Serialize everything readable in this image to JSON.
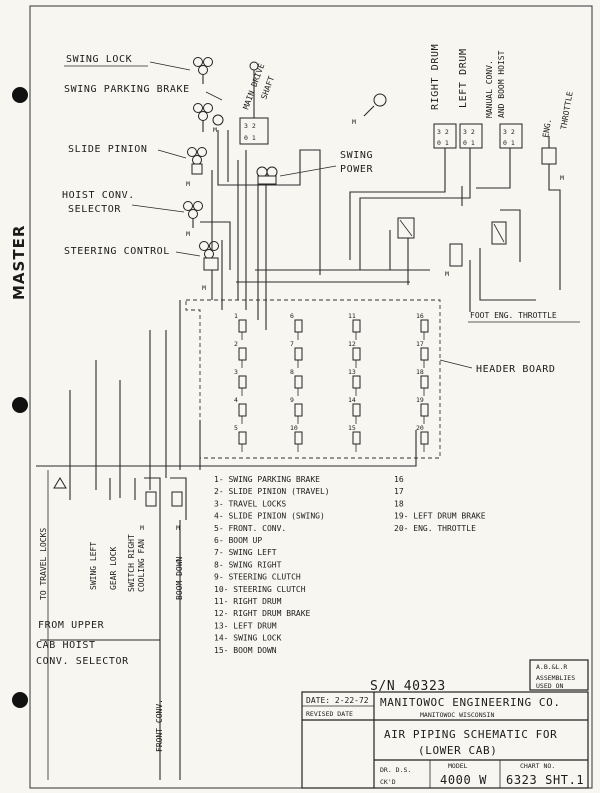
{
  "labels": {
    "swing_lock": "SWING LOCK",
    "swing_parking_brake": "SWING PARKING BRAKE",
    "slide_pinion": "SLIDE PINION",
    "hoist_conv_1": "HOIST CONV.",
    "hoist_conv_2": "SELECTOR",
    "steering_control": "STEERING CONTROL",
    "main_drive_1": "MAIN DRIVE",
    "main_drive_2": "SHAFT",
    "swing_power_1": "SWING",
    "swing_power_2": "POWER",
    "right_drum": "RIGHT DRUM",
    "left_drum": "LEFT DRUM",
    "manual_conv_1": "MANUAL CONV.",
    "manual_conv_2": "AND BOOM HOIST",
    "eng_throttle_1": "ENG.",
    "eng_throttle_2": "THROTTLE",
    "foot_eng_throttle": "FOOT ENG. THROTTLE",
    "header_board": "HEADER BOARD",
    "master": "MASTER",
    "to_travel_locks": "TO TRAVEL LOCKS",
    "swing_left": "SWING LEFT",
    "gear_lock": "GEAR LOCK",
    "switch_right_1": "SWITCH RIGHT",
    "switch_right_2": "COOLING FAN",
    "boom_down": "BOOM DOWN",
    "from_upper_1": "FROM UPPER",
    "from_upper_2": "CAB HOIST",
    "from_upper_3": "CONV. SELECTOR",
    "front_conv": "FRONT CONV."
  },
  "valve_text": {
    "top": "3 2",
    "bottom": "0 1"
  },
  "port_letter": "M",
  "header_columns": [
    [
      "1",
      "2",
      "3",
      "4",
      "5"
    ],
    [
      "6",
      "7",
      "8",
      "9",
      "10"
    ],
    [
      "11",
      "12",
      "13",
      "14",
      "15"
    ],
    [
      "16",
      "17",
      "18",
      "19",
      "20"
    ]
  ],
  "legend": [
    {
      "n": "1",
      "t": "SWING PARKING BRAKE"
    },
    {
      "n": "2",
      "t": "SLIDE PINION (TRAVEL)"
    },
    {
      "n": "3",
      "t": "TRAVEL LOCKS"
    },
    {
      "n": "4",
      "t": "SLIDE PINION (SWING)"
    },
    {
      "n": "5",
      "t": "FRONT. CONV."
    },
    {
      "n": "6",
      "t": "BOOM UP"
    },
    {
      "n": "7",
      "t": "SWING LEFT"
    },
    {
      "n": "8",
      "t": "SWING RIGHT"
    },
    {
      "n": "9",
      "t": "STEERING CLUTCH"
    },
    {
      "n": "10",
      "t": "STEERING CLUTCH"
    },
    {
      "n": "11",
      "t": "RIGHT DRUM"
    },
    {
      "n": "12",
      "t": "RIGHT DRUM BRAKE"
    },
    {
      "n": "13",
      "t": "LEFT DRUM"
    },
    {
      "n": "14",
      "t": "SWING LOCK"
    },
    {
      "n": "15",
      "t": "BOOM DOWN"
    }
  ],
  "legend_right": [
    {
      "n": "16",
      "t": ""
    },
    {
      "n": "17",
      "t": ""
    },
    {
      "n": "18",
      "t": ""
    },
    {
      "n": "19",
      "t": "LEFT DRUM BRAKE"
    },
    {
      "n": "20",
      "t": "ENG. THROTTLE"
    }
  ],
  "title_block": {
    "serial": "S/N 40323",
    "rev_code": "A.B.&L.R",
    "assembled_1": "ASSEMBLIES",
    "assembled_2": "USED ON",
    "date": "DATE: 2-22-72",
    "revised": "REVISED DATE",
    "company": "MANITOWOC ENGINEERING CO.",
    "city": "MANITOWOC WISCONSIN",
    "title_1": "AIR PIPING SCHEMATIC FOR",
    "title_2": "(LOWER CAB)",
    "dr_label": "DR. D.S.",
    "ck_label": "CK'D",
    "model_label": "MODEL",
    "model_value": "4000 W",
    "chart_label": "CHART NO.",
    "chart_value": "6323 SHT.1"
  }
}
